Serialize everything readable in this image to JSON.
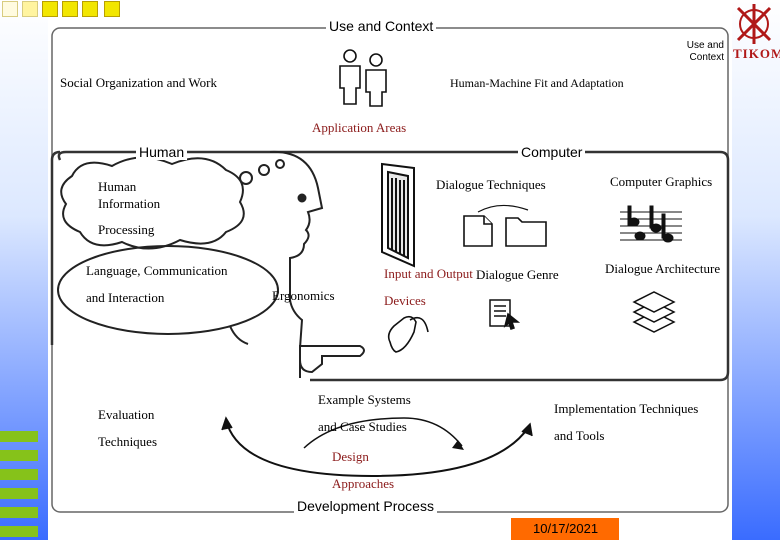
{
  "frame": {
    "title": "Use and Context",
    "corner_label": "Use and Context",
    "bottom_title": "Development Process"
  },
  "sections": {
    "human": "Human",
    "computer": "Computer"
  },
  "labels": {
    "social_org": "Social Organization and Work",
    "human_machine_fit": "Human-Machine Fit and Adaptation",
    "application_areas": "Application Areas",
    "human_info_1": "Human",
    "human_info_2": "Information",
    "processing": "Processing",
    "language_1": "Language, Communication",
    "language_2": "and Interaction",
    "ergonomics": "Ergonomics",
    "dialogue_techniques": "Dialogue Techniques",
    "computer_graphics": "Computer Graphics",
    "input_output": "Input and Output",
    "devices": "Devices",
    "dialogue_genre": "Dialogue Genre",
    "dialogue_architecture": "Dialogue Architecture",
    "evaluation_1": "Evaluation",
    "evaluation_2": "Techniques",
    "example_1": "Example Systems",
    "example_2": "and Case Studies",
    "design_1": "Design",
    "design_2": "Approaches",
    "impl_1": "Implementation Techniques",
    "impl_2": "and Tools"
  },
  "logo_text": "TIKOM",
  "date": "10/17/2021",
  "colors": {
    "accent_text": "#8b1a1a",
    "square_yellow": "#f2e600",
    "bar_green": "#86c21a",
    "date_bg": "#ff6a00",
    "stripe_blue": "#3a6cff"
  },
  "icons": [
    "people-icon",
    "monitor-icon",
    "document-icon",
    "folder-icon",
    "music-notes-icon",
    "form-icon",
    "mouse-icon",
    "layers-icon",
    "face-icon",
    "pointing-hand-icon",
    "logo-icon"
  ]
}
